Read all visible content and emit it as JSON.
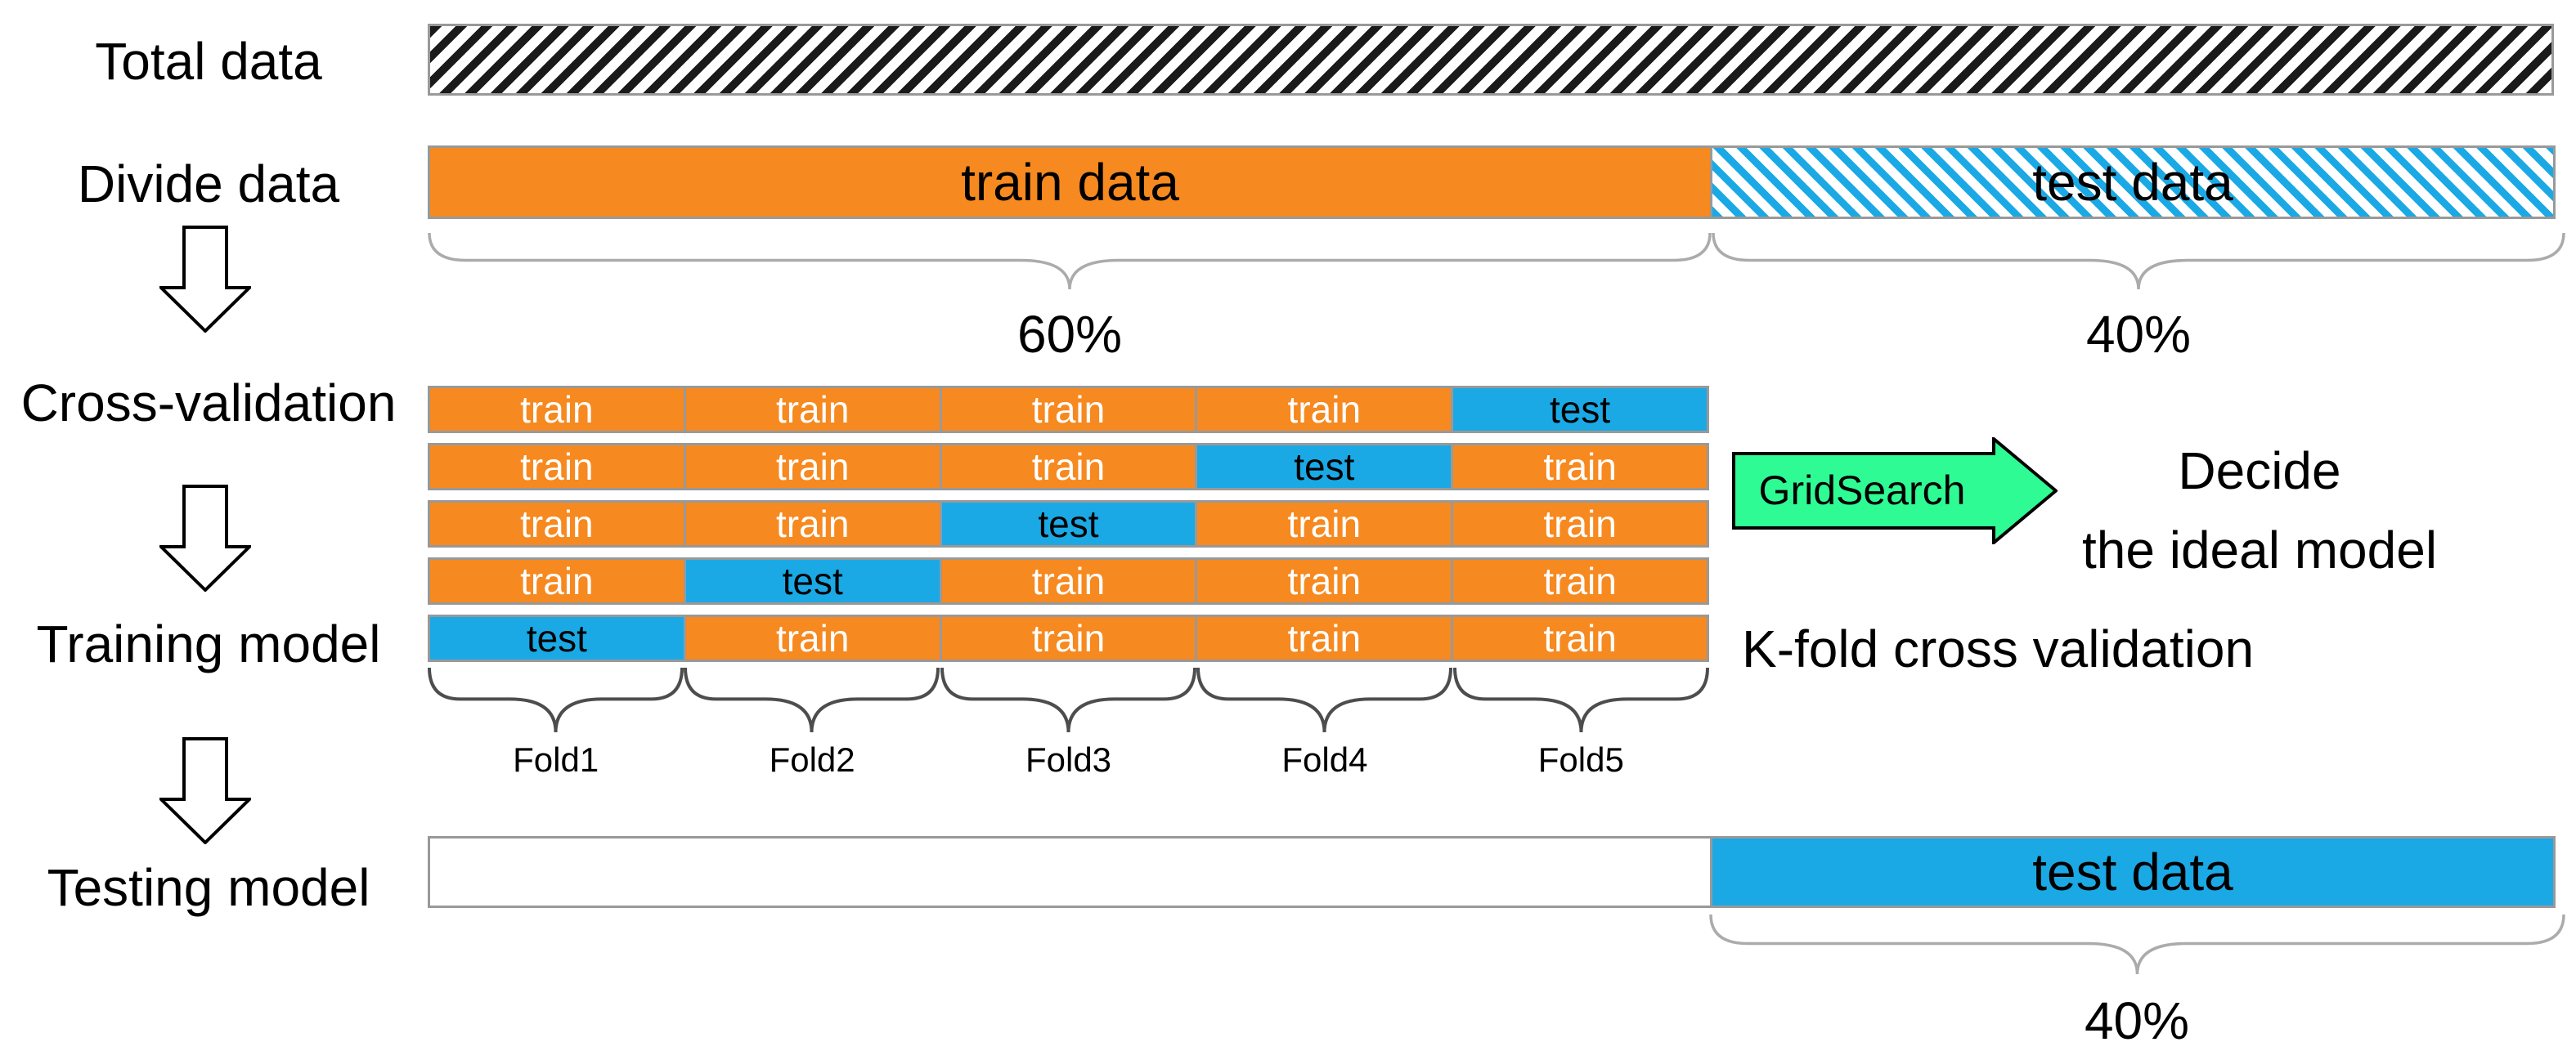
{
  "labels": {
    "total": "Total data",
    "divide": "Divide data",
    "cross_validation": "Cross-validation",
    "training": "Training model",
    "testing": "Testing model"
  },
  "divide_bar": {
    "train": "train data",
    "test": "test data",
    "train_pct": "60%",
    "test_pct": "40%"
  },
  "cv_grid": {
    "rows": [
      [
        "train",
        "train",
        "train",
        "train",
        "test"
      ],
      [
        "train",
        "train",
        "train",
        "test",
        "train"
      ],
      [
        "train",
        "train",
        "test",
        "train",
        "train"
      ],
      [
        "train",
        "test",
        "train",
        "train",
        "train"
      ],
      [
        "test",
        "train",
        "train",
        "train",
        "train"
      ]
    ],
    "folds": [
      "Fold1",
      "Fold2",
      "Fold3",
      "Fold4",
      "Fold5"
    ]
  },
  "gridsearch_label": "GridSearch",
  "decide": {
    "line1": "Decide",
    "line2": "the ideal model"
  },
  "kfold_caption": "K-fold cross validation",
  "testing_bar": {
    "test": "test data",
    "pct": "40%"
  },
  "colors": {
    "orange": "#F6891F",
    "blue": "#1BA9E5",
    "green": "#2EFB93",
    "border": "#999999",
    "brace_light": "#ABABAB",
    "brace_dark": "#4D4D4D",
    "hatch": "#1A1A1A",
    "train_text": "#FFFFFF"
  }
}
